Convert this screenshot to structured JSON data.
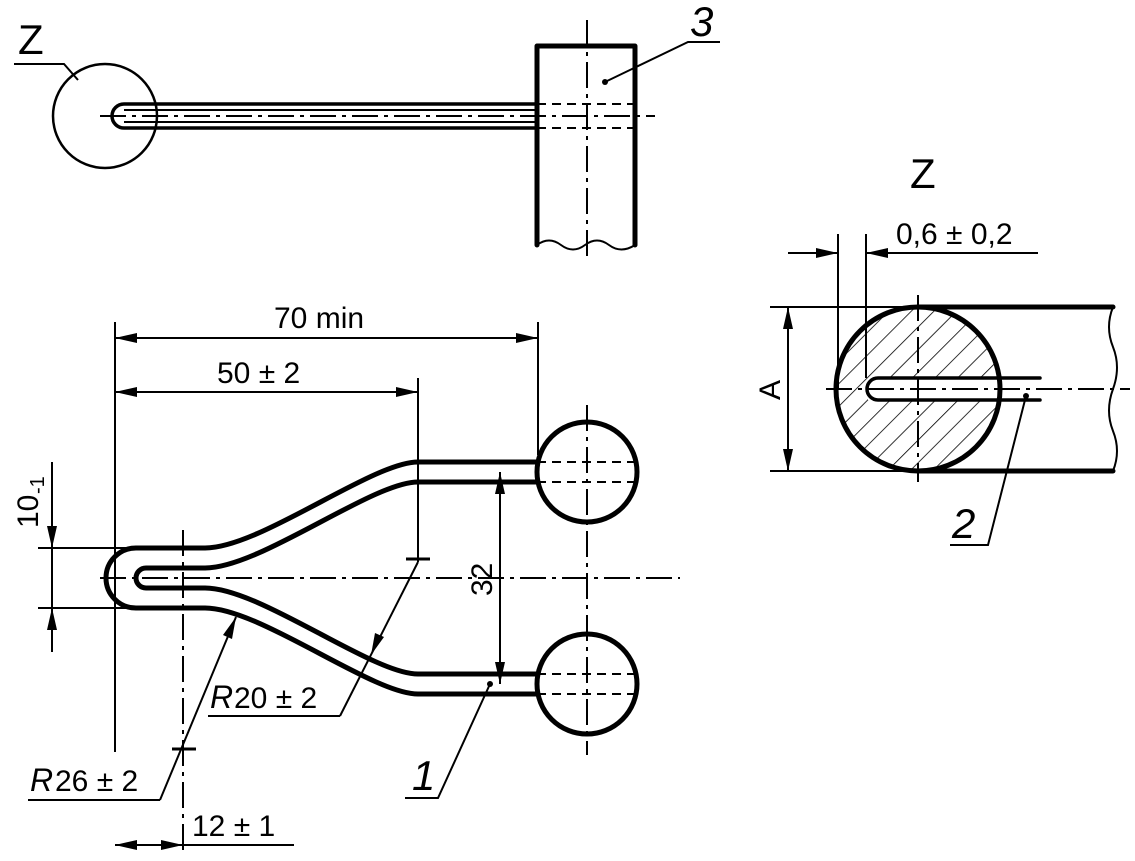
{
  "labels": {
    "detail_z_top": "Z",
    "detail_z_title": "Z",
    "ref_1": "1",
    "ref_2": "2",
    "ref_3": "3",
    "dim_70": "70 min",
    "dim_50": "50 ± 2",
    "dim_32": "32",
    "dim_10_main": "10",
    "dim_10_sub": "-1",
    "dim_12": "12 ± 1",
    "r20_prefix": "R",
    "r20_value": "20 ± 2",
    "r26_prefix": "R",
    "r26_value": "26 ± 2",
    "dim_06": "0,6 ± 0,2",
    "dim_a": "A"
  }
}
